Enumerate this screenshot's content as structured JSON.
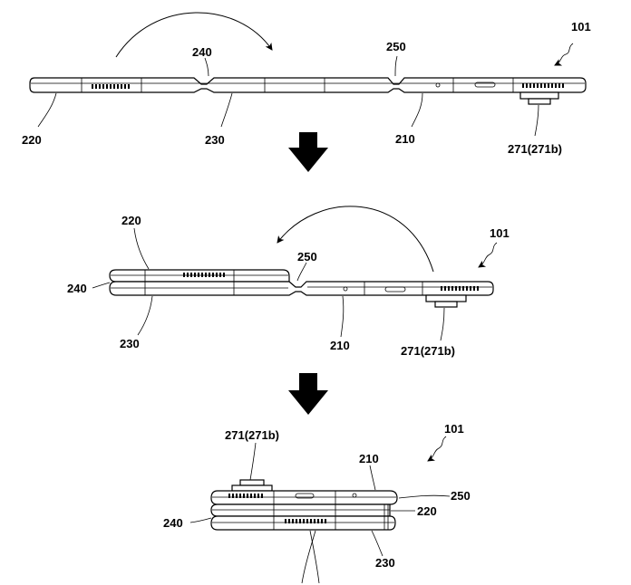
{
  "labels": {
    "ref_101": "101",
    "ref_220": "220",
    "ref_230": "230",
    "ref_240": "240",
    "ref_250": "250",
    "ref_210": "210",
    "ref_271": "271(271b)"
  },
  "stages": [
    {
      "state": "unfolded"
    },
    {
      "state": "partially-folded"
    },
    {
      "state": "fully-folded"
    }
  ]
}
